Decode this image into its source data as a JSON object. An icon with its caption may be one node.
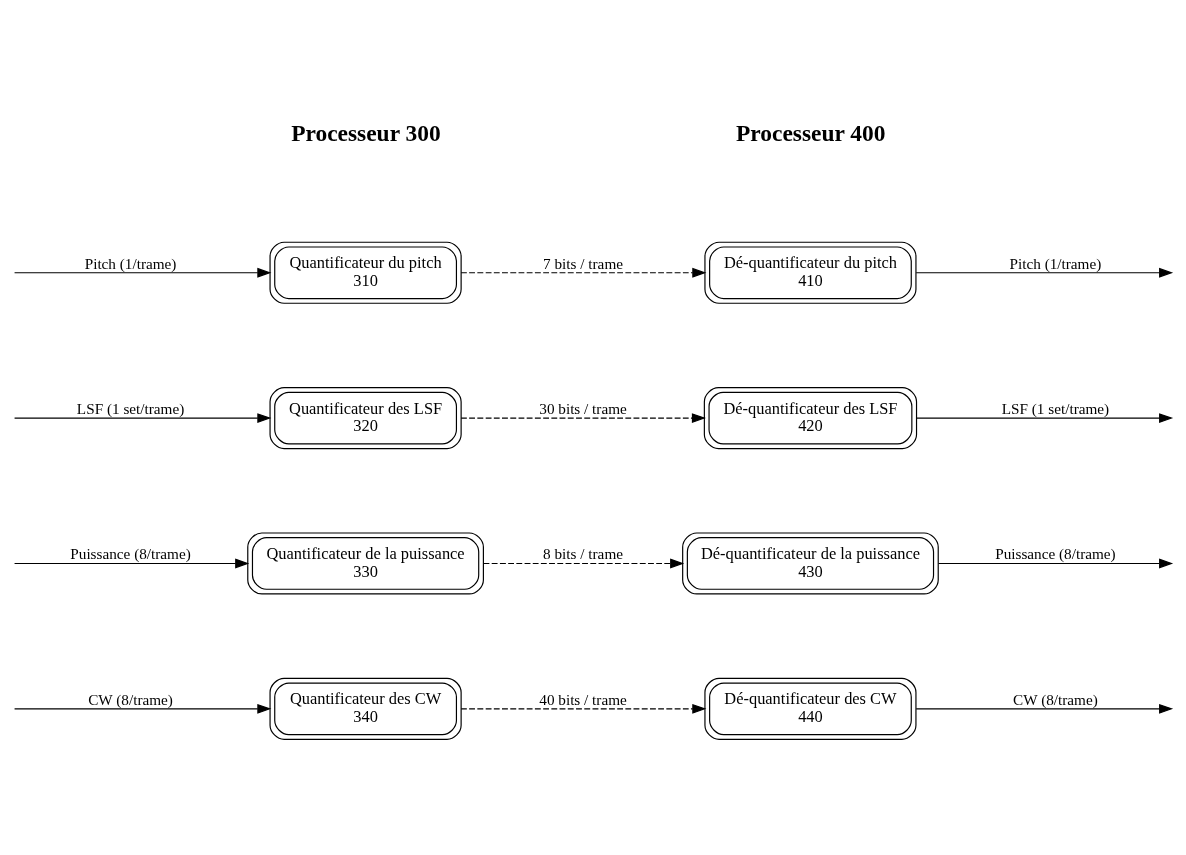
{
  "diagram": {
    "nodes": [
      {
        "text": [
          "Quantificateur du pitch",
          "310"
        ]
      },
      {
        "text": [
          "Quantificateur des LSF",
          "320"
        ]
      },
      {
        "text": [
          "Quantificateur de la puissance",
          "330"
        ]
      },
      {
        "text": [
          "Quantificateur des CW",
          "340"
        ]
      },
      {
        "text": [
          "Dé-quantificateur du pitch",
          "410"
        ]
      },
      {
        "text": [
          "Dé-quantificateur des LSF",
          "420"
        ]
      },
      {
        "text": [
          "Dé-quantificateur de la puissance",
          "430"
        ]
      },
      {
        "text": [
          "Dé-quantificateur des CW",
          "440"
        ]
      }
    ],
    "edges": [
      {
        "from": null,
        "to": 0,
        "arrow": "to",
        "label": "Pitch (1/trame)"
      },
      {
        "from": null,
        "to": 1,
        "arrow": "to",
        "label": "LSF (1 set/trame)"
      },
      {
        "from": null,
        "to": 2,
        "arrow": "to",
        "label": "Puissance (8/trame)"
      },
      {
        "from": null,
        "to": 3,
        "arrow": "to",
        "label": "CW (8/trame)"
      },
      {
        "from": 0,
        "to": 4,
        "arrow": "to",
        "style": "dashed",
        "label": "7 bits / trame"
      },
      {
        "from": 1,
        "to": 5,
        "arrow": "to",
        "style": "dashed",
        "label": "30 bits / trame"
      },
      {
        "from": 2,
        "to": 6,
        "arrow": "to",
        "style": "dashed",
        "label": "8 bits / trame"
      },
      {
        "from": 3,
        "to": 7,
        "arrow": "to",
        "style": "dashed",
        "label": "40 bits / trame"
      },
      {
        "from": 4,
        "to": null,
        "arrow": "to",
        "label": "Pitch (1/trame)"
      },
      {
        "from": 5,
        "to": null,
        "arrow": "to",
        "label": "LSF (1 set/trame)"
      },
      {
        "from": 6,
        "to": null,
        "arrow": "to",
        "label": "Puissance (8/trame)"
      },
      {
        "from": 7,
        "to": null,
        "arrow": "to",
        "label": "CW (8/trame)"
      }
    ],
    "labels": [
      "Processeur 300",
      "Processeur 400"
    ]
  }
}
